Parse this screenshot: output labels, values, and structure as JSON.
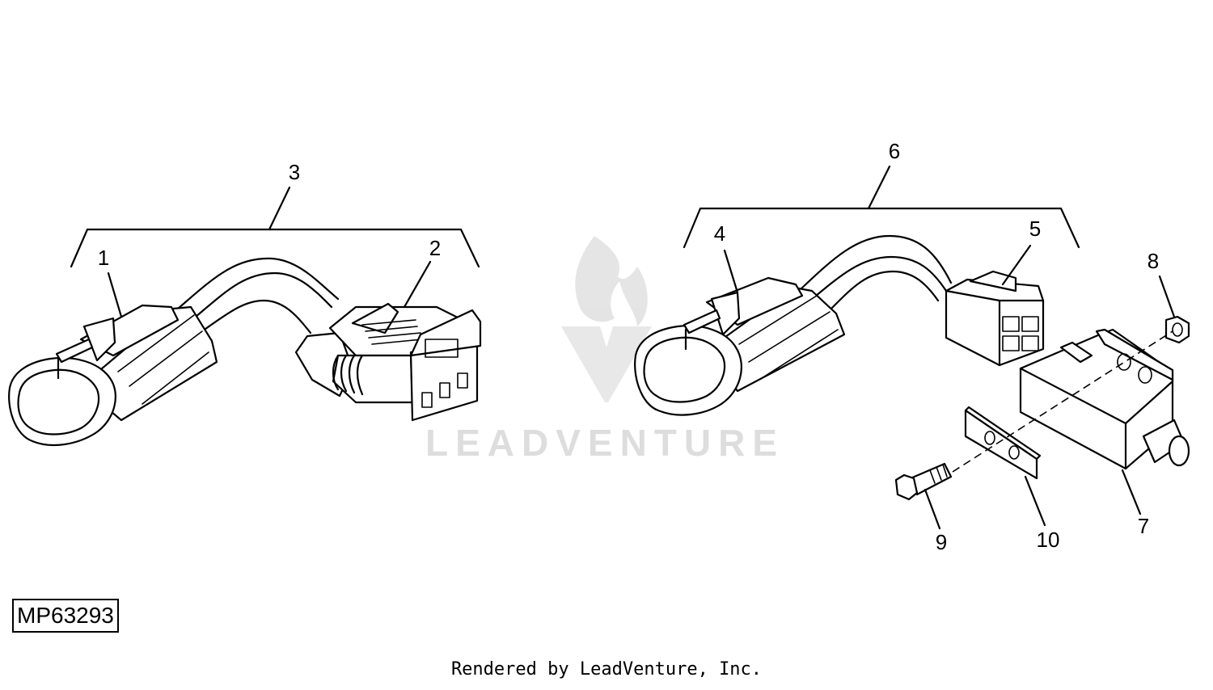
{
  "diagram": {
    "part_code": "MP63293",
    "footer": "Rendered by LeadVenture, Inc.",
    "watermark": {
      "text": "LEADVENTURE",
      "logo_icon": "leadventure-flame-logo-icon"
    },
    "callouts": [
      {
        "id": "1",
        "label": "1"
      },
      {
        "id": "2",
        "label": "2"
      },
      {
        "id": "3",
        "label": "3"
      },
      {
        "id": "4",
        "label": "4"
      },
      {
        "id": "5",
        "label": "5"
      },
      {
        "id": "6",
        "label": "6"
      },
      {
        "id": "7",
        "label": "7"
      },
      {
        "id": "8",
        "label": "8"
      },
      {
        "id": "9",
        "label": "9"
      },
      {
        "id": "10",
        "label": "10"
      }
    ]
  }
}
